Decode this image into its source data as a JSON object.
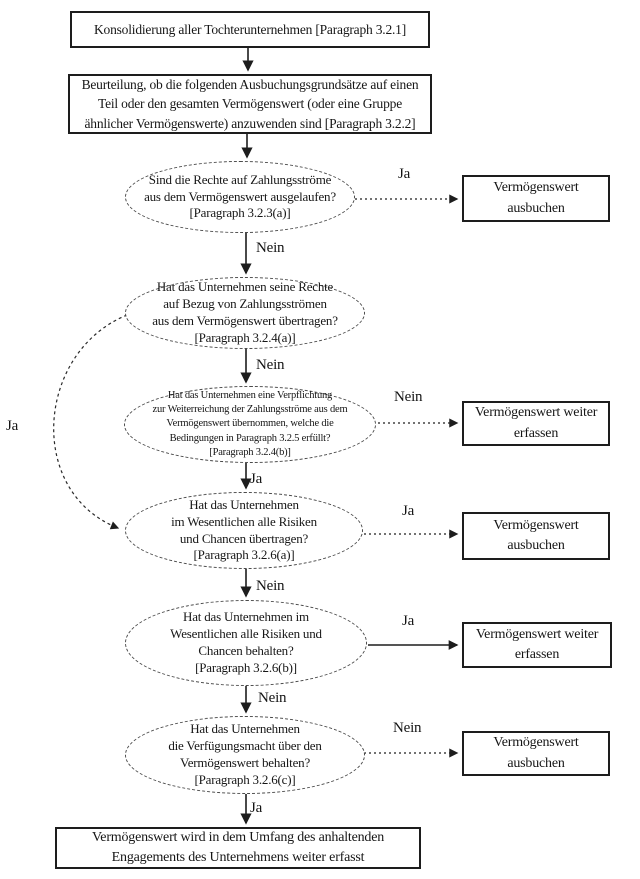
{
  "colors": {
    "ink": "#1d1d1d",
    "background": "#ffffff"
  },
  "edge_labels": {
    "ja": "Ja",
    "nein": "Nein"
  },
  "nodes": {
    "start": {
      "lines": [
        "Konsolidierung aller Tochterunternehmen [Paragraph 3.2.1]"
      ]
    },
    "scope": {
      "lines": [
        "Beurteilung, ob die folgenden Ausbuchungsgrundsätze auf einen",
        "Teil oder den gesamten Vermögenswert (oder eine Gruppe",
        "ähnlicher Vermögenswerte) anzuwenden sind [Paragraph 3.2.2]"
      ]
    },
    "q1": {
      "lines": [
        "Sind die Rechte auf Zahlungsströme",
        "aus dem Vermögenswert ausgelaufen?",
        "[Paragraph 3.2.3(a)]"
      ]
    },
    "q2": {
      "lines": [
        "Hat das Unternehmen seine Rechte",
        "auf Bezug von Zahlungsströmen",
        "aus dem Vermögenswert übertragen?",
        "[Paragraph 3.2.4(a)]"
      ]
    },
    "q3": {
      "lines": [
        "Hat das Unternehmen eine Verpflichtung",
        "zur Weiterreichung der Zahlungsströme aus dem",
        "Vermögenswert übernommen, welche die",
        "Bedingungen in Paragraph 3.2.5 erfüllt?",
        "[Paragraph 3.2.4(b)]"
      ]
    },
    "q4": {
      "lines": [
        "Hat das Unternehmen",
        "im Wesentlichen alle Risiken",
        "und Chancen übertragen?",
        "[Paragraph 3.2.6(a)]"
      ]
    },
    "q5": {
      "lines": [
        "Hat das Unternehmen im",
        "Wesentlichen alle Risiken und",
        "Chancen behalten?",
        "[Paragraph 3.2.6(b)]"
      ]
    },
    "q6": {
      "lines": [
        "Hat das Unternehmen",
        "die Verfügungsmacht über den",
        "Vermögenswert behalten?",
        "[Paragraph 3.2.6(c)]"
      ]
    },
    "out1": {
      "lines": [
        "Vermögenswert",
        "ausbuchen"
      ]
    },
    "out2": {
      "lines": [
        "Vermögenswert weiter",
        "erfassen"
      ]
    },
    "out3": {
      "lines": [
        "Vermögenswert",
        "ausbuchen"
      ]
    },
    "out4": {
      "lines": [
        "Vermögenswert weiter",
        "erfassen"
      ]
    },
    "out5": {
      "lines": [
        "Vermögenswert",
        "ausbuchen"
      ]
    },
    "final": {
      "lines": [
        "Vermögenswert wird in dem Umfang des anhaltenden",
        "Engagements des Unternehmens weiter erfasst"
      ]
    }
  }
}
